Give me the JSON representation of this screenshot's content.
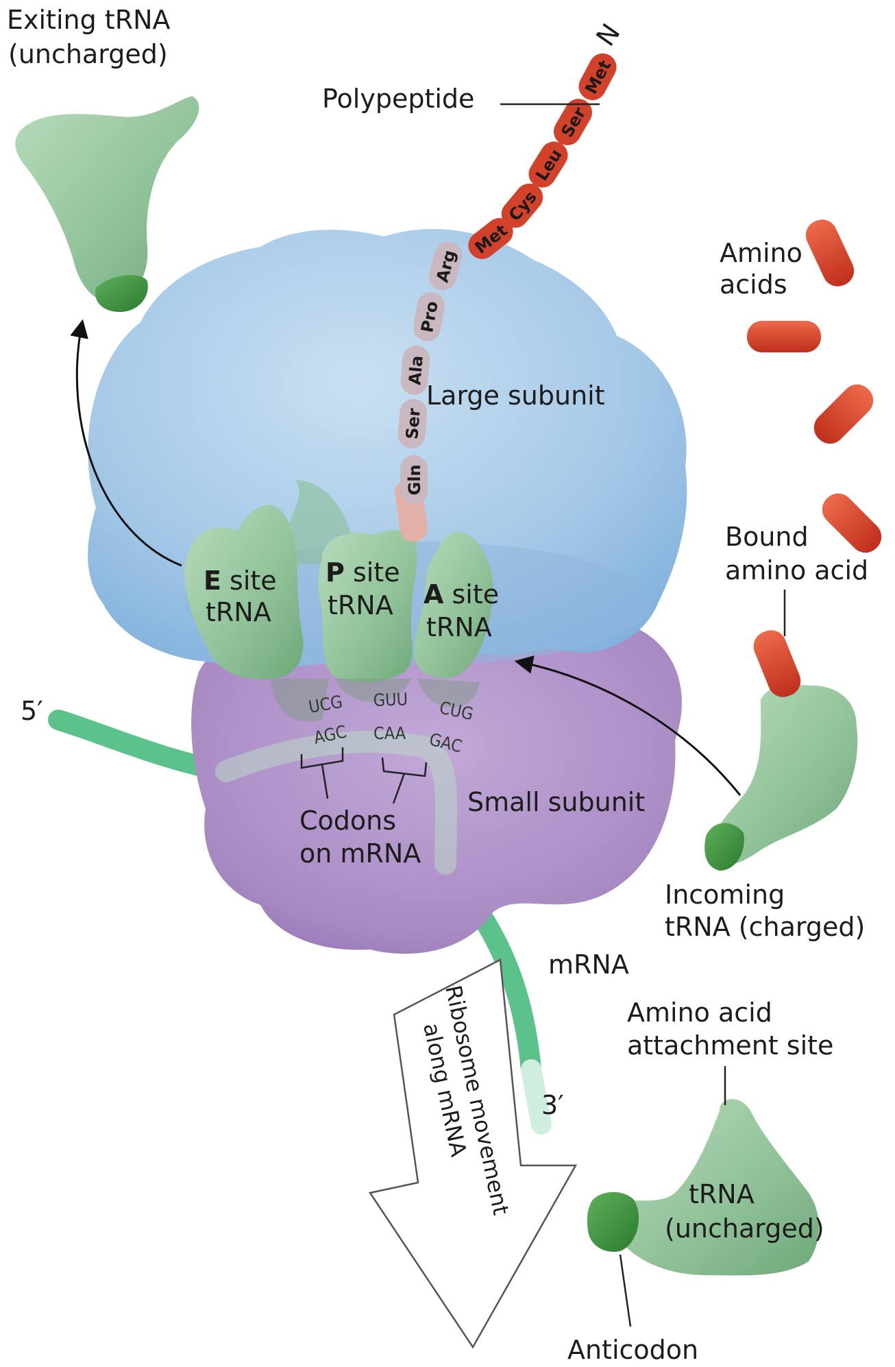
{
  "labels": {
    "exiting_trna_l1": "Exiting tRNA",
    "exiting_trna_l2": "(uncharged)",
    "polypeptide": "Polypeptide",
    "n_terminus": "N",
    "amino_acids_l1": "Amino",
    "amino_acids_l2": "acids",
    "large_subunit": "Large subunit",
    "small_subunit": "Small subunit",
    "bound_aa_l1": "Bound",
    "bound_aa_l2": "amino acid",
    "e_site_letter": "E",
    "e_site_rest": " site",
    "e_site_l2": "tRNA",
    "p_site_letter": "P",
    "p_site_rest": " site",
    "p_site_l2": "tRNA",
    "a_site_letter": "A",
    "a_site_rest": " site",
    "a_site_l2": "tRNA",
    "five_prime": "5′",
    "three_prime": "3′",
    "codons_l1": "Codons",
    "codons_l2": "on mRNA",
    "incoming_l1": "Incoming",
    "incoming_l2": "tRNA (charged)",
    "mrna": "mRNA",
    "movement_l1": "Ribosome movement",
    "movement_l2": "along mRNA",
    "attach_l1": "Amino acid",
    "attach_l2": "attachment site",
    "trna_l1": "tRNA",
    "trna_l2": "(uncharged)",
    "anticodon": "Anticodon"
  },
  "chain_outside": [
    "Met",
    "Ser",
    "Leu",
    "Cys",
    "Met"
  ],
  "chain_inside": [
    "Arg",
    "Pro",
    "Ala",
    "Ser",
    "Gln"
  ],
  "anticodons": [
    "UCG",
    "GUU",
    "CUG"
  ],
  "codons": [
    "AGC",
    "CAA",
    "GAC"
  ],
  "colors": {
    "large_subunit": "#a9cbe6",
    "small_subunit": "#ad92c6",
    "trna": "#93c39c",
    "anticodon_tip": "#3b8f3e",
    "amino_acid": "#d2412a",
    "mrna": "#5cc28c"
  }
}
